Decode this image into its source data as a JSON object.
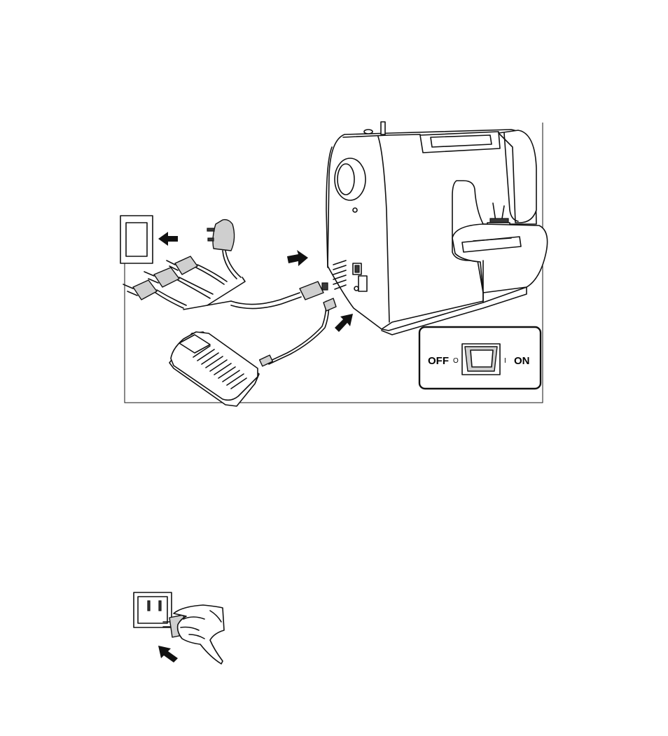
{
  "switch_panel": {
    "off_label": "OFF",
    "on_label": "ON",
    "off_symbol": "O",
    "on_symbol": "I"
  }
}
